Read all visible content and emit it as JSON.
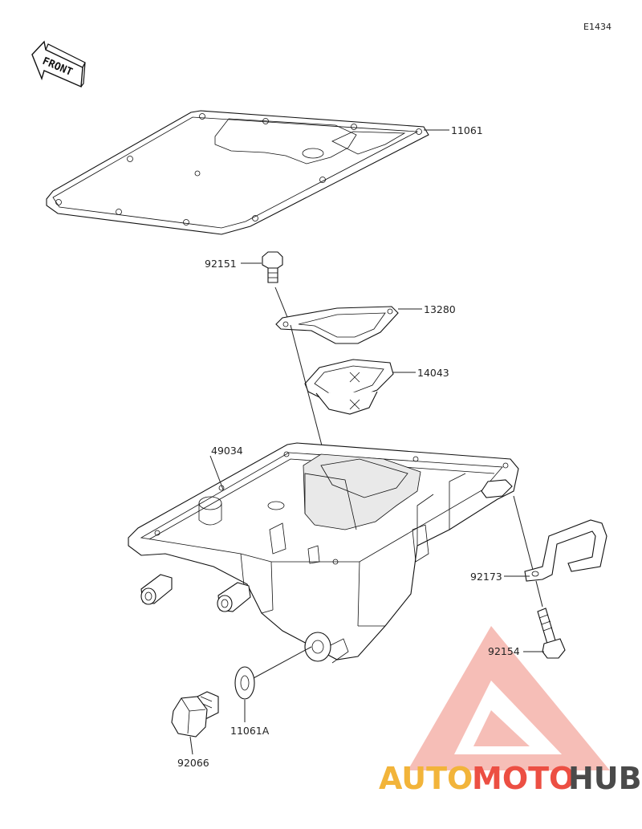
{
  "diagram_code": "E1434",
  "front_label": "FRONT",
  "callouts": [
    {
      "id": "gasket",
      "part_number": "11061"
    },
    {
      "id": "bolt-top",
      "part_number": "92151"
    },
    {
      "id": "strainer-gasket",
      "part_number": "13280"
    },
    {
      "id": "strainer",
      "part_number": "14043"
    },
    {
      "id": "oil-pan",
      "part_number": "49034"
    },
    {
      "id": "bracket",
      "part_number": "92173"
    },
    {
      "id": "bracket-bolt",
      "part_number": "92154"
    },
    {
      "id": "washer",
      "part_number": "11061A"
    },
    {
      "id": "drain-plug",
      "part_number": "92066"
    }
  ],
  "watermark": {
    "part1": "AUTO",
    "part2": "MOTO",
    "part3": "HUB",
    "colors": {
      "auto": "#f2b43a",
      "moto": "#ec4f43",
      "hub": "#4a4a4a"
    }
  }
}
